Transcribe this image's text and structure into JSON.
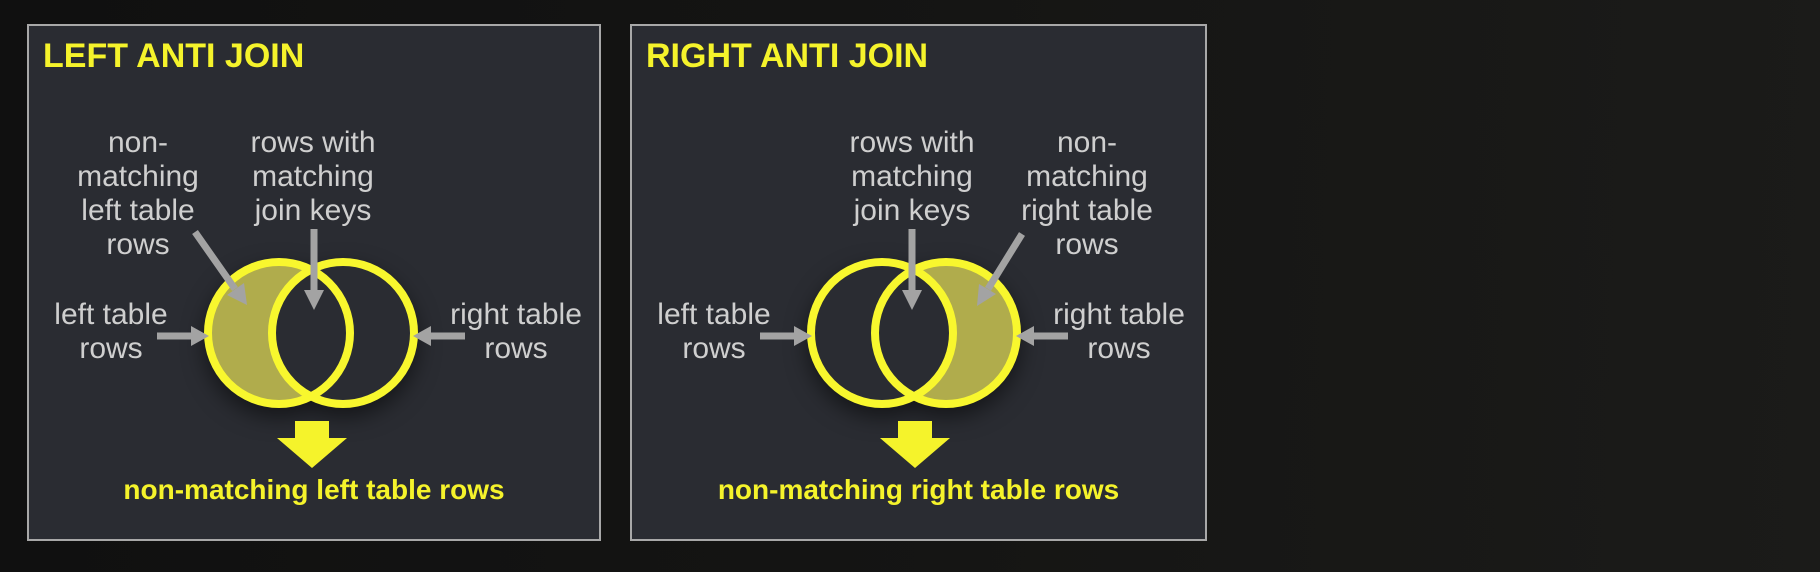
{
  "colors": {
    "page-bg-left": "#101010",
    "page-bg-right": "#1b1b19",
    "panel-bg": "#2a2c32",
    "panel-border": "#a8a8a8",
    "accent-yellow": "#f5f32b",
    "venn-stroke": "#f8f72e",
    "venn-fill": "#b0ac4c",
    "label-gray": "#cfcfcf",
    "arrow-gray": "#a3a3a3"
  },
  "panels": [
    {
      "title": "LEFT ANTI JOIN",
      "highlighted_region": "left circle excluding intersection",
      "labels": {
        "non_matching": "non-\nmatching\nleft table\nrows",
        "matching_keys": "rows with\nmatching\njoin keys",
        "left_table": "left table\nrows",
        "right_table": "right table\nrows"
      },
      "result": "non-matching left table rows"
    },
    {
      "title": "RIGHT ANTI JOIN",
      "highlighted_region": "right circle excluding intersection",
      "labels": {
        "non_matching": "non-\nmatching\nright table\nrows",
        "matching_keys": "rows with\nmatching\njoin keys",
        "left_table": "left table\nrows",
        "right_table": "right table\nrows"
      },
      "result": "non-matching right table rows"
    }
  ]
}
